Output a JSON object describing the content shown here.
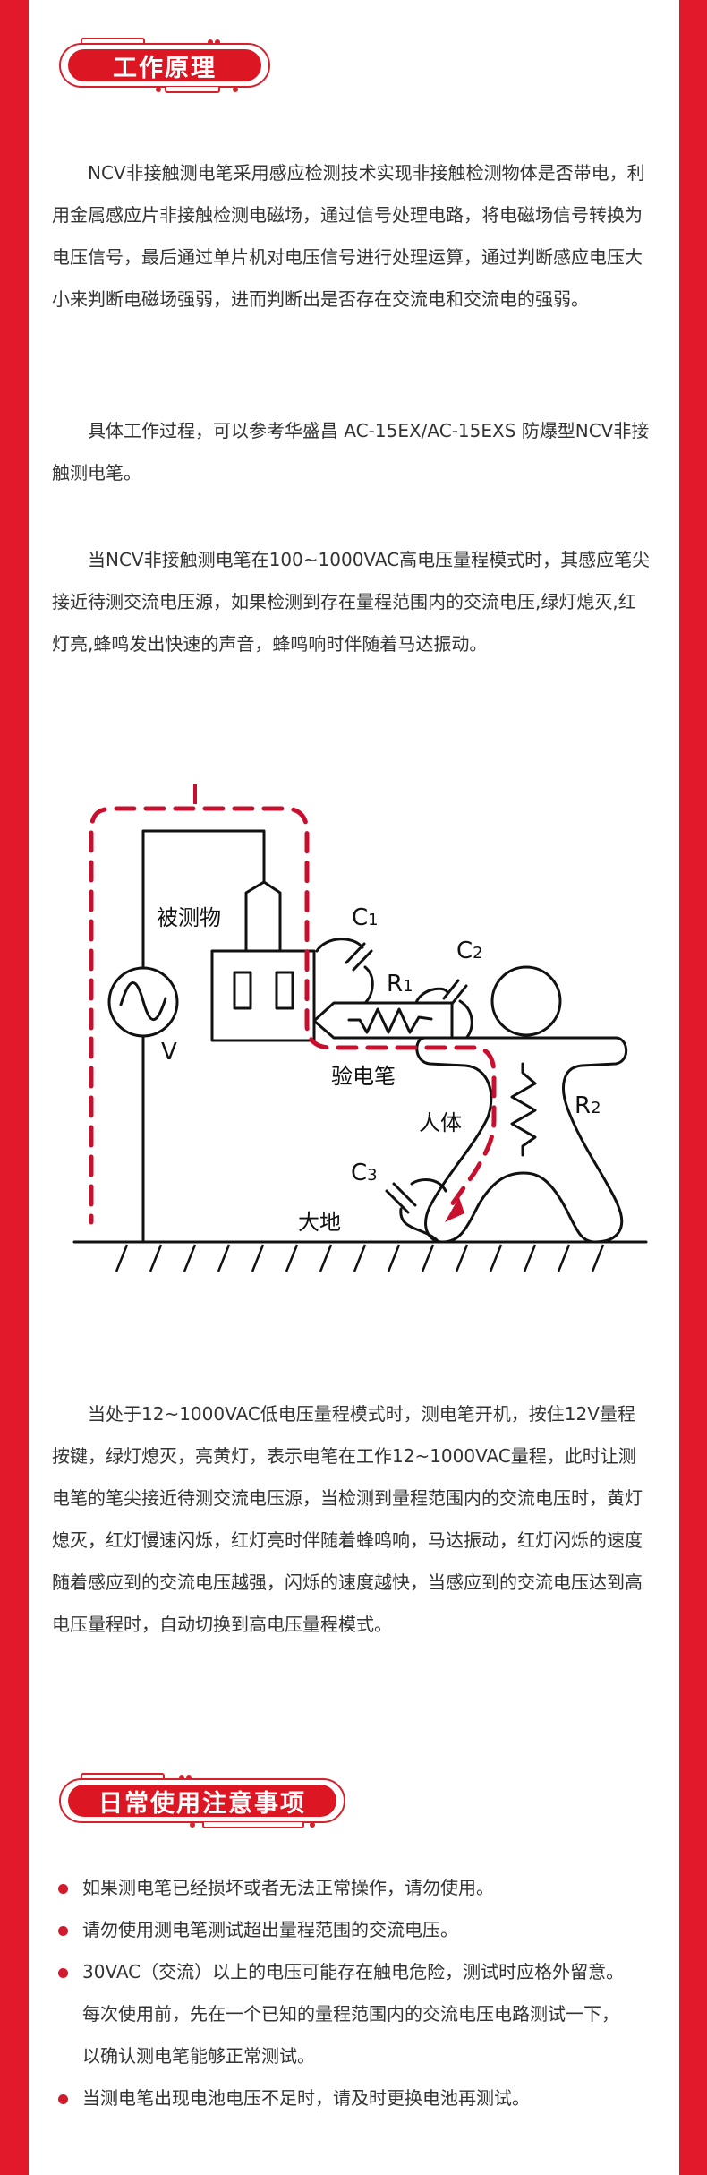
{
  "theme": {
    "accent": "#e2192a",
    "text": "#333333",
    "path_dash": "#c8102e"
  },
  "sections": {
    "principle": {
      "title": "工作原理",
      "paragraphs": [
        "NCV非接触测电笔采用感应检测技术实现非接触检测物体是否带电，利用金属感应片非接触检测电磁场，通过信号处理电路，将电磁场信号转换为电压信号，最后通过单片机对电压信号进行处理运算，通过判断感应电压大小来判断电磁场强弱，进而判断出是否存在交流电和交流电的强弱。",
        "具体工作过程，可以参考华盛昌 AC-15EX/AC-15EXS 防爆型NCV非接触测电笔。",
        "当NCV非接触测电笔在100~1000VAC高电压量程模式时，其感应笔尖接近待测交流电压源，如果检测到存在量程范围内的交流电压,绿灯熄灭,红灯亮,蜂鸣发出快速的声音，蜂鸣响时伴随着马达振动。",
        "当处于12~1000VAC低电压量程模式时，测电笔开机，按住12V量程按键，绿灯熄灭，亮黄灯，表示电笔在工作12~1000VAC量程，此时让测电笔的笔尖接近待测交流电压源，当检测到量程范围内的交流电压时，黄灯熄灭，红灯慢速闪烁，红灯亮时伴随着蜂鸣响，马达振动，红灯闪烁的速度随着感应到的交流电压越强，闪烁的速度越快，当感应到的交流电压达到高电压量程时，自动切换到高电压量程模式。"
      ]
    },
    "notes": {
      "title": "日常使用注意事项",
      "items": [
        "如果测电笔已经损坏或者无法正常操作，请勿使用。",
        "请勿使用测电笔测试超出量程范围的交流电压。",
        "30VAC（交流）以上的电压可能存在触电危险，测试时应格外留意。每次使用前，先在一个已知的量程范围内的交流电压电路测试一下，以确认测电笔能够正常测试。",
        "当测电笔出现电池电压不足时，请及时更换电池再测试。"
      ]
    }
  },
  "diagram": {
    "current_label": "I",
    "object_label": "被测物",
    "source_label": "V",
    "pen_label": "验电笔",
    "body_label": "人体",
    "ground_label": "大地",
    "c1": {
      "main": "C",
      "sub": "1"
    },
    "c2": {
      "main": "C",
      "sub": "2"
    },
    "c3": {
      "main": "C",
      "sub": "3"
    },
    "r1": {
      "main": "R",
      "sub": "1"
    },
    "r2": {
      "main": "R",
      "sub": "2"
    }
  }
}
